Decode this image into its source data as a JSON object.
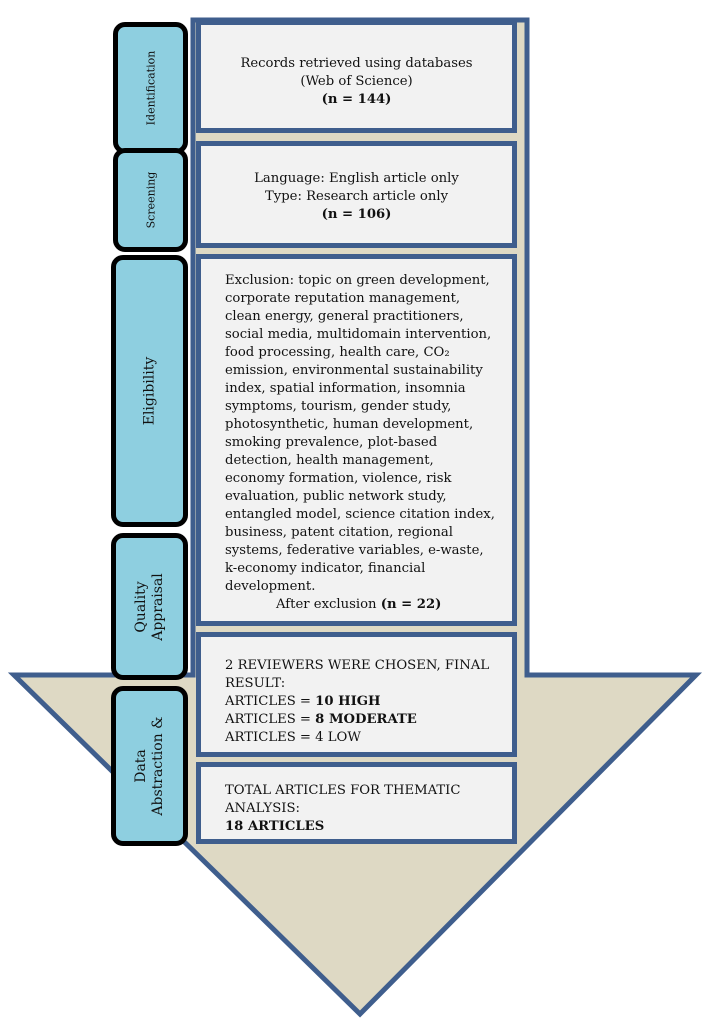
{
  "stages": [
    {
      "id": "identification",
      "label": "Identification"
    },
    {
      "id": "screening",
      "label": "Screening"
    },
    {
      "id": "eligibility",
      "label": "Eligibility"
    },
    {
      "id": "quality-appraisal",
      "label": "Quality\nAppraisal"
    },
    {
      "id": "data-abstraction",
      "label": "Data\nAbstraction &"
    }
  ],
  "boxes": {
    "identification": {
      "line1": "Records retrieved using databases",
      "line2": "(Web of Science)",
      "count": "(n = 144)"
    },
    "screening": {
      "line1": "Language: English article only",
      "line2": "Type: Research article only",
      "count": "(n = 106)"
    },
    "eligibility": {
      "lines": [
        "Exclusion: topic on green development,",
        "corporate reputation management,",
        "clean energy, general practitioners,",
        "social media, multidomain intervention,",
        "food processing, health care, CO₂",
        "emission, environmental sustainability",
        "index, spatial information, insomnia",
        "symptoms, tourism, gender study,",
        "photosynthetic, human development,",
        "smoking prevalence, plot-based",
        "detection, health management,",
        "economy formation, violence, risk",
        "evaluation, public network study,",
        "entangled model, science citation index,",
        "business, patent citation, regional",
        "systems, federative variables, e-waste,",
        "k-economy indicator, financial",
        "development."
      ],
      "after_label": "After exclusion",
      "after_count": "(n = 22)"
    },
    "quality": {
      "line1": "2 REVIEWERS WERE CHOSEN, FINAL",
      "line2": "RESULT:",
      "rows": [
        {
          "prefix": "ARTICLES = ",
          "value": "10 HIGH"
        },
        {
          "prefix": "ARTICLES = ",
          "value": "8 MODERATE"
        },
        {
          "prefix": "ARTICLES = ",
          "value": "4 LOW"
        }
      ]
    },
    "final": {
      "line1": "TOTAL ARTICLES FOR THEMATIC",
      "line2": "ANALYSIS:",
      "count": "18 ARTICLES"
    }
  },
  "colors": {
    "stage_fill": "#8ecfe0",
    "stage_border": "#000000",
    "box_fill": "#f2f2f2",
    "box_border": "#3f5e8d",
    "arrow_fill": "#ded9c4",
    "arrow_border": "#3f5e8d"
  }
}
